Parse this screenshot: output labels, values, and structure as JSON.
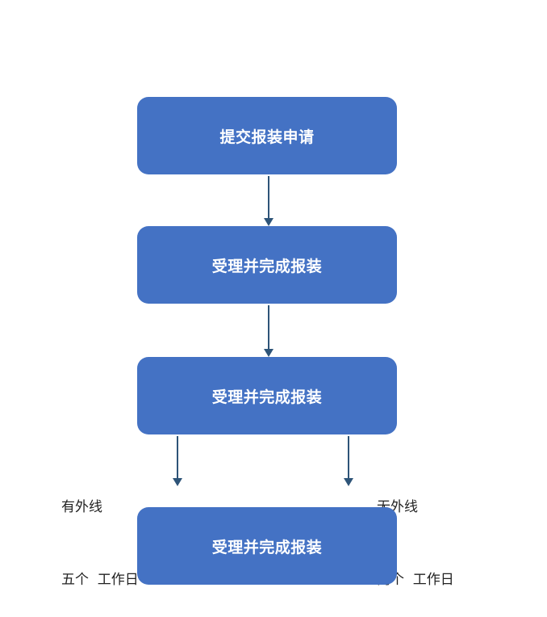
{
  "nodes": {
    "submit": "提交报装申请",
    "accept_1": "受理并完成报装",
    "accept_2": "受理并完成报装",
    "accept_3": "受理并完成报装"
  },
  "branches": {
    "left": {
      "line1": "有外线",
      "line2": "五个  工作日"
    },
    "right": {
      "line1": "无外线",
      "line2": "两个  工作日"
    }
  },
  "colors": {
    "node_fill": "#4472c4",
    "node_text": "#ffffff",
    "arrow": "#2e5478",
    "label_text": "#222222"
  }
}
